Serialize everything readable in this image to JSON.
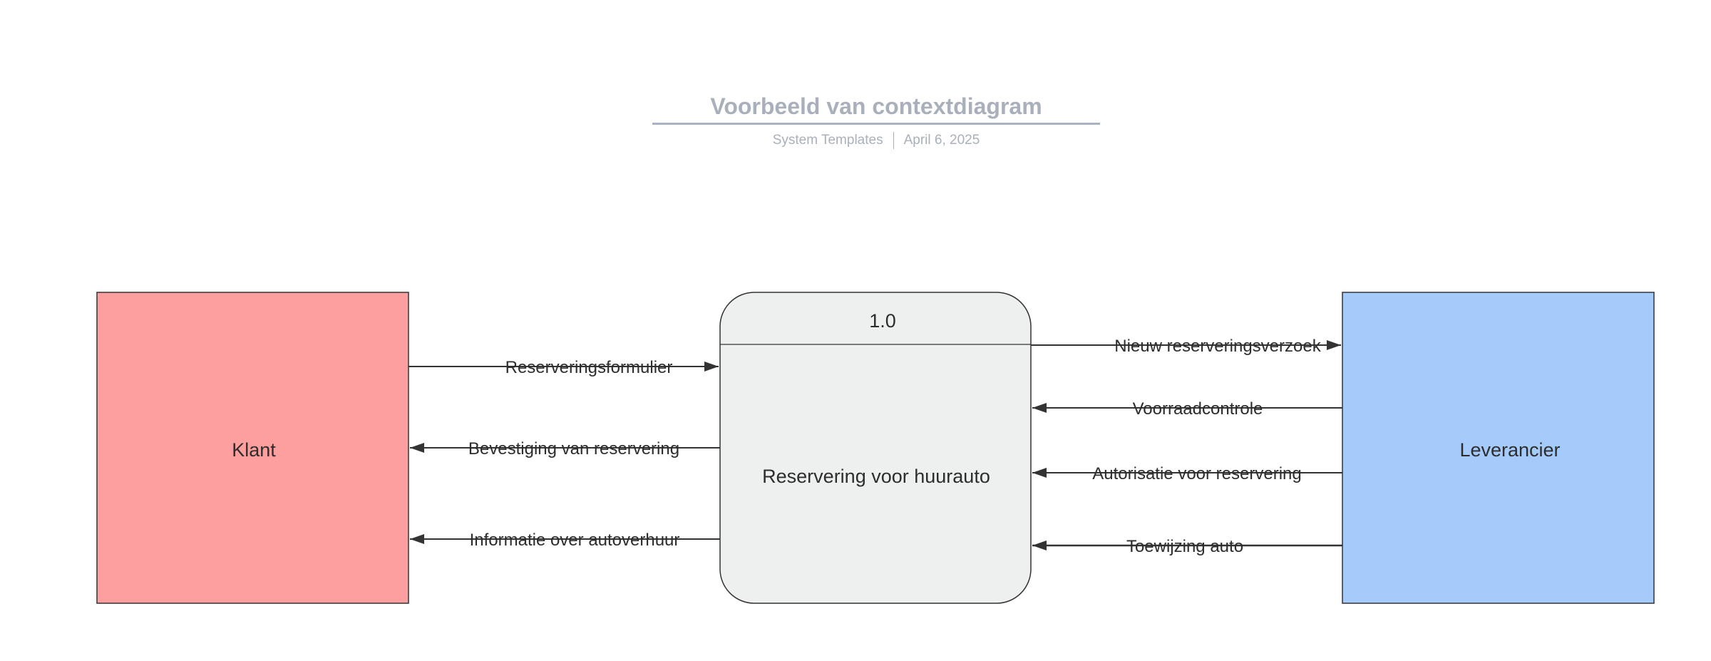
{
  "header": {
    "title": "Voorbeeld van contextdiagram",
    "author": "System Templates",
    "date": "April 6, 2025"
  },
  "colors": {
    "klant_fill": "#fe9f9f",
    "leverancier_fill": "#a5cbfb",
    "process_fill": "#eef0ef",
    "line": "#333333",
    "header_text": "#a9b0bb"
  },
  "nodes": {
    "klant": "Klant",
    "leverancier": "Leverancier",
    "process_id": "1.0",
    "process_name": "Reservering voor huurauto"
  },
  "flows": {
    "reserveringsformulier": "Reserveringsformulier",
    "bevestiging": "Bevestiging van reservering",
    "informatie": "Informatie over autoverhuur",
    "nieuw_verzoek": "Nieuw reserveringsverzoek",
    "voorraadcontrole": "Voorraadcontrole",
    "autorisatie": "Autorisatie voor reservering",
    "toewijzing": "Toewijzing auto"
  }
}
